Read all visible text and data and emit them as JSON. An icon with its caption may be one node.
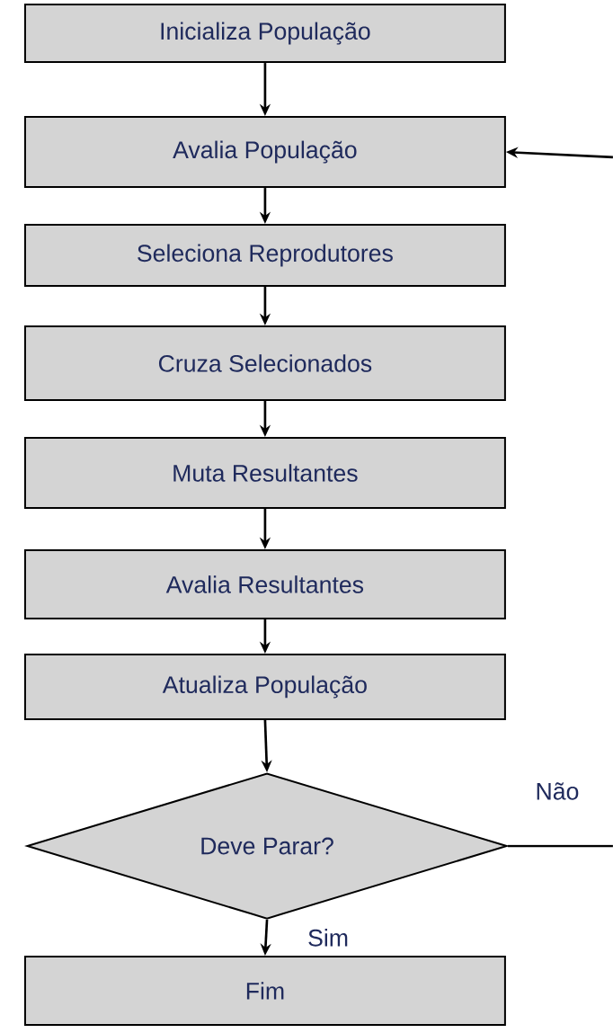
{
  "diagram": {
    "nodes": [
      {
        "text": [
          "Inicializa População"
        ]
      },
      {
        "text": [
          "Avalia População"
        ]
      },
      {
        "text": [
          "Seleciona Reprodutores"
        ]
      },
      {
        "text": [
          "Cruza Selecionados"
        ]
      },
      {
        "text": [
          "Muta Resultantes"
        ]
      },
      {
        "text": [
          "Avalia Resultantes"
        ]
      },
      {
        "text": [
          "Atualiza População"
        ]
      },
      {
        "text": [
          "Deve Parar?"
        ]
      },
      {
        "text": [
          "Fim"
        ]
      }
    ],
    "edges": [
      {
        "from": 0,
        "to": 1,
        "arrow": "to"
      },
      {
        "from": 1,
        "to": 2,
        "arrow": "to"
      },
      {
        "from": 2,
        "to": 3,
        "arrow": "to"
      },
      {
        "from": 3,
        "to": 4,
        "arrow": "to"
      },
      {
        "from": 4,
        "to": 5,
        "arrow": "to"
      },
      {
        "from": 5,
        "to": 6,
        "arrow": "to"
      },
      {
        "from": 6,
        "to": 7,
        "arrow": "to"
      },
      {
        "from": 7,
        "to": 8,
        "arrow": "to",
        "label": "Sim"
      },
      {
        "from": 7,
        "to": null,
        "arrow": "none",
        "label": "Não"
      },
      {
        "from": null,
        "to": 1,
        "arrow": "to"
      }
    ]
  }
}
